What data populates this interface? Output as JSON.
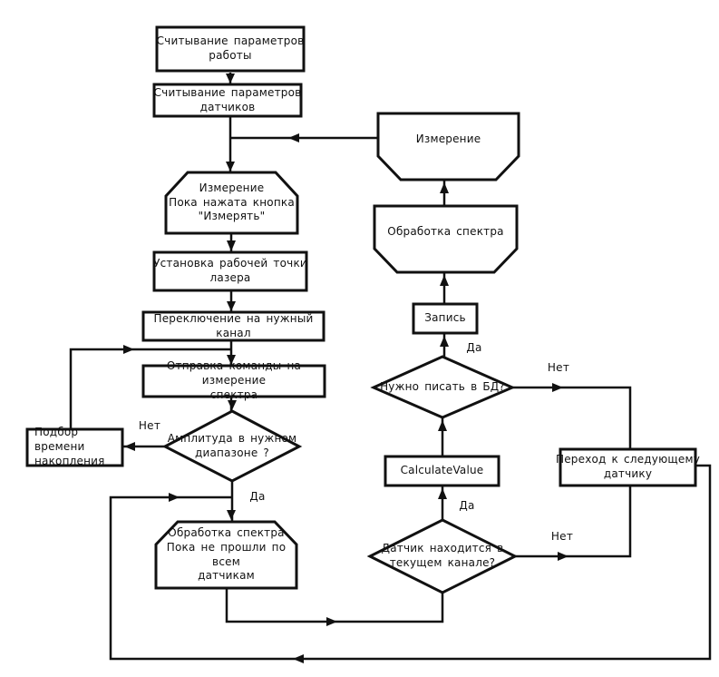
{
  "nodes": {
    "read_work": {
      "label": "Считывание параметров\nработы",
      "type": "process"
    },
    "read_sensors": {
      "label": "Считывание параметров\nдатчиков",
      "type": "process"
    },
    "measure_loop": {
      "label": "Измерение\nПока нажата кнопка\n\"Измерять\"",
      "type": "loop-start"
    },
    "set_laser": {
      "label": "Установка рабочей точки\nлазера",
      "type": "process"
    },
    "switch_channel": {
      "label": "Переключение на нужный канал",
      "type": "process"
    },
    "send_command": {
      "label": "Отправка команды на измерение\nспектра",
      "type": "process"
    },
    "amplitude_check": {
      "label": "Амплитуда в нужном\nдиапазоне ?",
      "type": "decision"
    },
    "pick_time": {
      "label": "Подбор времени\nнакопления",
      "type": "process"
    },
    "process_loop": {
      "label": "Обработка спектра\nПока не прошли по всем\nдатчикам",
      "type": "loop-start"
    },
    "measure_end": {
      "label": "Измерение",
      "type": "loop-end"
    },
    "process_end": {
      "label": "Обработка спектра",
      "type": "loop-end"
    },
    "write": {
      "label": "Запись",
      "type": "process"
    },
    "need_db": {
      "label": "Нужно писать в БД?",
      "type": "decision"
    },
    "calculate_value": {
      "label": "CalculateValue",
      "type": "process"
    },
    "next_sensor": {
      "label": "Переход к следующему\nдатчику",
      "type": "process"
    },
    "sensor_in_channel": {
      "label": "Датчик находится в\nтекущем канале?",
      "type": "decision"
    }
  },
  "edge_labels": {
    "amplitude_no": "Нет",
    "amplitude_yes": "Да",
    "db_yes": "Да",
    "db_no": "Нет",
    "sensor_yes": "Да",
    "sensor_no": "Нет"
  },
  "colors": {
    "line": "#111111",
    "background": "#ffffff",
    "text": "#111111"
  }
}
